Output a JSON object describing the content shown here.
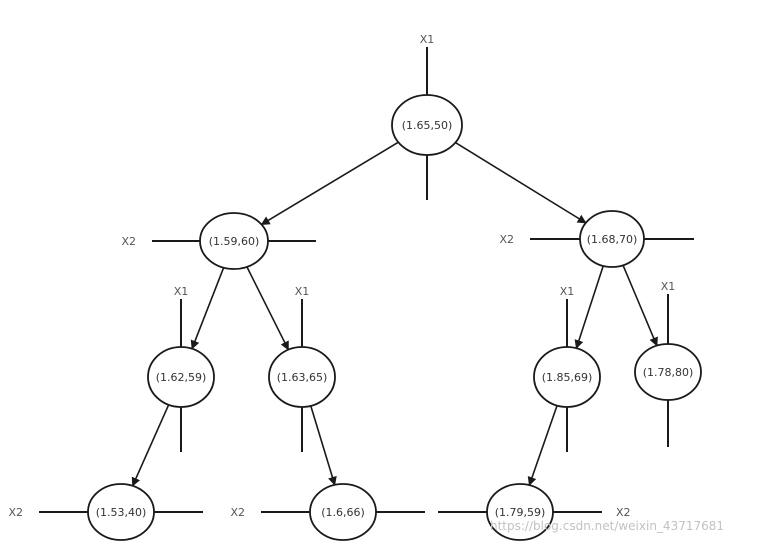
{
  "diagram": {
    "nodes": [
      {
        "id": "n1",
        "label": "(1.65,50)",
        "axis": "X1"
      },
      {
        "id": "n2",
        "label": "(1.59,60)",
        "axis": "X2"
      },
      {
        "id": "n3",
        "label": "(1.68,70)",
        "axis": "X2"
      },
      {
        "id": "n4",
        "label": "(1.62,59)",
        "axis": "X1"
      },
      {
        "id": "n5",
        "label": "(1.63,65)",
        "axis": "X1"
      },
      {
        "id": "n6",
        "label": "(1.85,69)",
        "axis": "X1"
      },
      {
        "id": "n7",
        "label": "(1.78,80)",
        "axis": "X1"
      },
      {
        "id": "n8",
        "label": "(1.53,40)",
        "axis": "X2"
      },
      {
        "id": "n9",
        "label": "(1.6,66)",
        "axis": "X2"
      },
      {
        "id": "n10",
        "label": "(1.79,59)",
        "axis": "X2"
      }
    ],
    "edges": [
      [
        "n1",
        "n2"
      ],
      [
        "n1",
        "n3"
      ],
      [
        "n2",
        "n4"
      ],
      [
        "n2",
        "n5"
      ],
      [
        "n3",
        "n6"
      ],
      [
        "n3",
        "n7"
      ],
      [
        "n4",
        "n8"
      ],
      [
        "n5",
        "n9"
      ],
      [
        "n6",
        "n10"
      ]
    ]
  },
  "watermark": "https://blog.csdn.net/weixin_43717681"
}
